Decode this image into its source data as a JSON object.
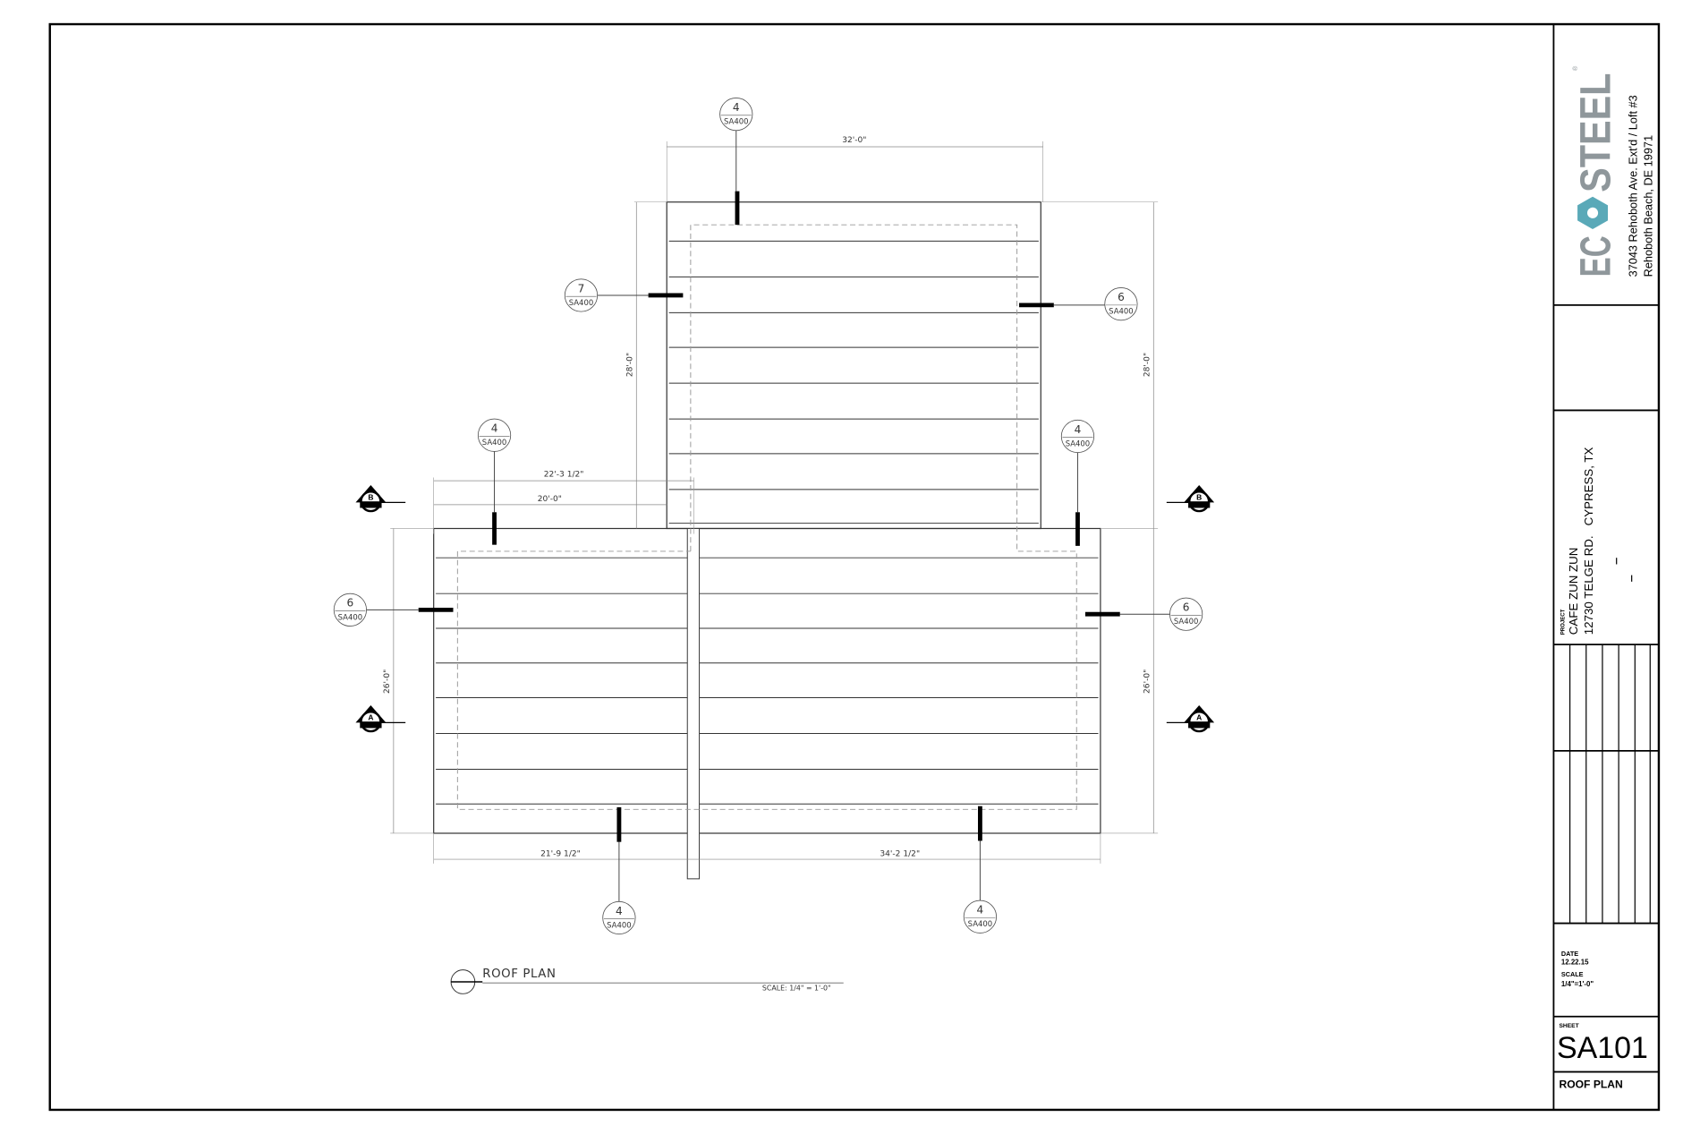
{
  "drawing": {
    "dimensions": [
      "32'-0\"",
      "28'-0\"",
      "28'-0\"",
      "22'-3 1/2\"",
      "20'-0\"",
      "26'-0\"",
      "26'-0\"",
      "21'-9 1/2\"",
      "34'-2 1/2\""
    ],
    "callouts": [
      {
        "num": "4",
        "sheet": "SA400"
      },
      {
        "num": "7",
        "sheet": "SA400"
      },
      {
        "num": "6",
        "sheet": "SA400"
      },
      {
        "num": "4",
        "sheet": "SA400"
      },
      {
        "num": "4",
        "sheet": "SA400"
      },
      {
        "num": "6",
        "sheet": "SA400"
      },
      {
        "num": "6",
        "sheet": "SA400"
      },
      {
        "num": "4",
        "sheet": "SA400"
      },
      {
        "num": "4",
        "sheet": "SA400"
      }
    ],
    "section_markers": [
      "B",
      "B",
      "A",
      "A"
    ],
    "view_title": "ROOF PLAN",
    "view_scale": "SCALE: 1/4\" = 1'-0\""
  },
  "title_block": {
    "logo": {
      "left": "EC",
      "right": "STEEL",
      "mark": "®",
      "color_gray": "#8f979b",
      "color_teal": "#5aa9b8"
    },
    "address_line1": "37043 Rehoboth Ave. Ext'd / Loft #3",
    "address_line2": "Rehoboth Beach, DE 19971",
    "project_label": "PROJECT",
    "project_name": "CAFE ZUN ZUN",
    "project_address": "12730 TELGE RD.   CYPRESS, TX",
    "date_label": "DATE",
    "date": "12.22.15",
    "scale_label": "SCALE",
    "scale": "1/4\"=1'-0\"",
    "sheet_label": "SHEET",
    "sheet_number": "SA101",
    "sheet_title": "ROOF PLAN"
  }
}
